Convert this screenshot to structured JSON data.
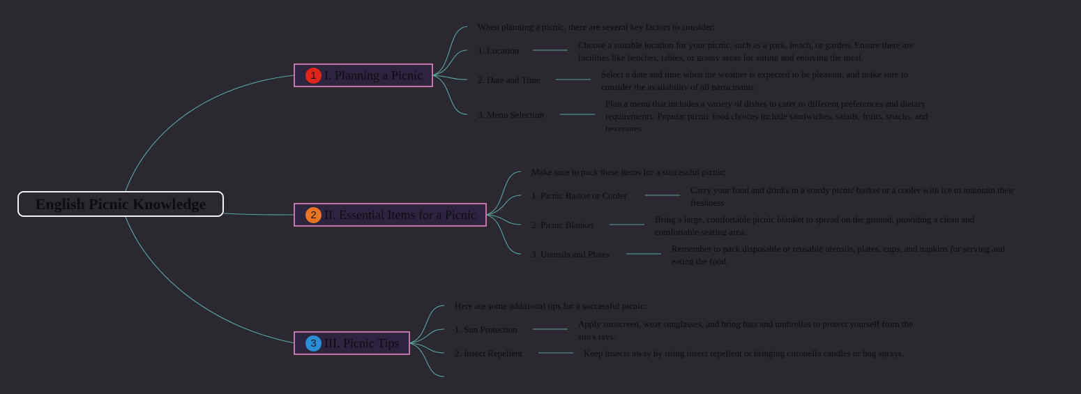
{
  "colors": {
    "background": "#2c2830",
    "connector": "#5aa6a0",
    "branch_border": "#c474ad",
    "branch_fill": "#2d2440",
    "root_border": "#f2f2f2",
    "badge_1": "#e0251a",
    "badge_2": "#e87424",
    "badge_3": "#2a8fd6"
  },
  "root": {
    "title": "English Picnic Knowledge"
  },
  "branches": [
    {
      "number": "1",
      "title": "I. Planning a Picnic",
      "intro": "When planning a picnic, there are several key factors to consider:",
      "items": [
        {
          "label": "1. Location",
          "desc": "Choose a suitable location for your picnic, such as a park, beach, or garden. Ensure there are facilities like benches, tables, or grassy areas for sitting and enjoying the meal."
        },
        {
          "label": "2. Date and Time",
          "desc": "Select a date and time when the weather is expected to be pleasant, and make sure to consider the availability of all participants."
        },
        {
          "label": "3. Menu Selection",
          "desc": "Plan a menu that includes a variety of dishes to cater to different preferences and dietary requirements. Popular picnic food choices include sandwiches, salads, fruits, snacks, and beverages."
        }
      ]
    },
    {
      "number": "2",
      "title": "II. Essential Items for a Picnic",
      "intro": "Make sure to pack these items for a successful picnic:",
      "items": [
        {
          "label": "1. Picnic Basket or Cooler",
          "desc": "Carry your food and drinks in a sturdy picnic basket or a cooler with ice to maintain their freshness."
        },
        {
          "label": "2. Picnic Blanket",
          "desc": "Bring a large, comfortable picnic blanket to spread on the ground, providing a clean and comfortable seating area."
        },
        {
          "label": "3. Utensils and Plates",
          "desc": "Remember to pack disposable or reusable utensils, plates, cups, and napkins for serving and eating the food."
        }
      ]
    },
    {
      "number": "3",
      "title": "III. Picnic Tips",
      "intro": "Here are some additional tips for a successful picnic:",
      "items": [
        {
          "label": "1. Sun Protection",
          "desc": "Apply sunscreen, wear sunglasses, and bring hats and umbrellas to protect yourself from the sun's rays."
        },
        {
          "label": "2. Insect Repellent",
          "desc": "Keep insects away by using insect repellent or bringing citronella candles or bug sprays."
        }
      ]
    }
  ]
}
